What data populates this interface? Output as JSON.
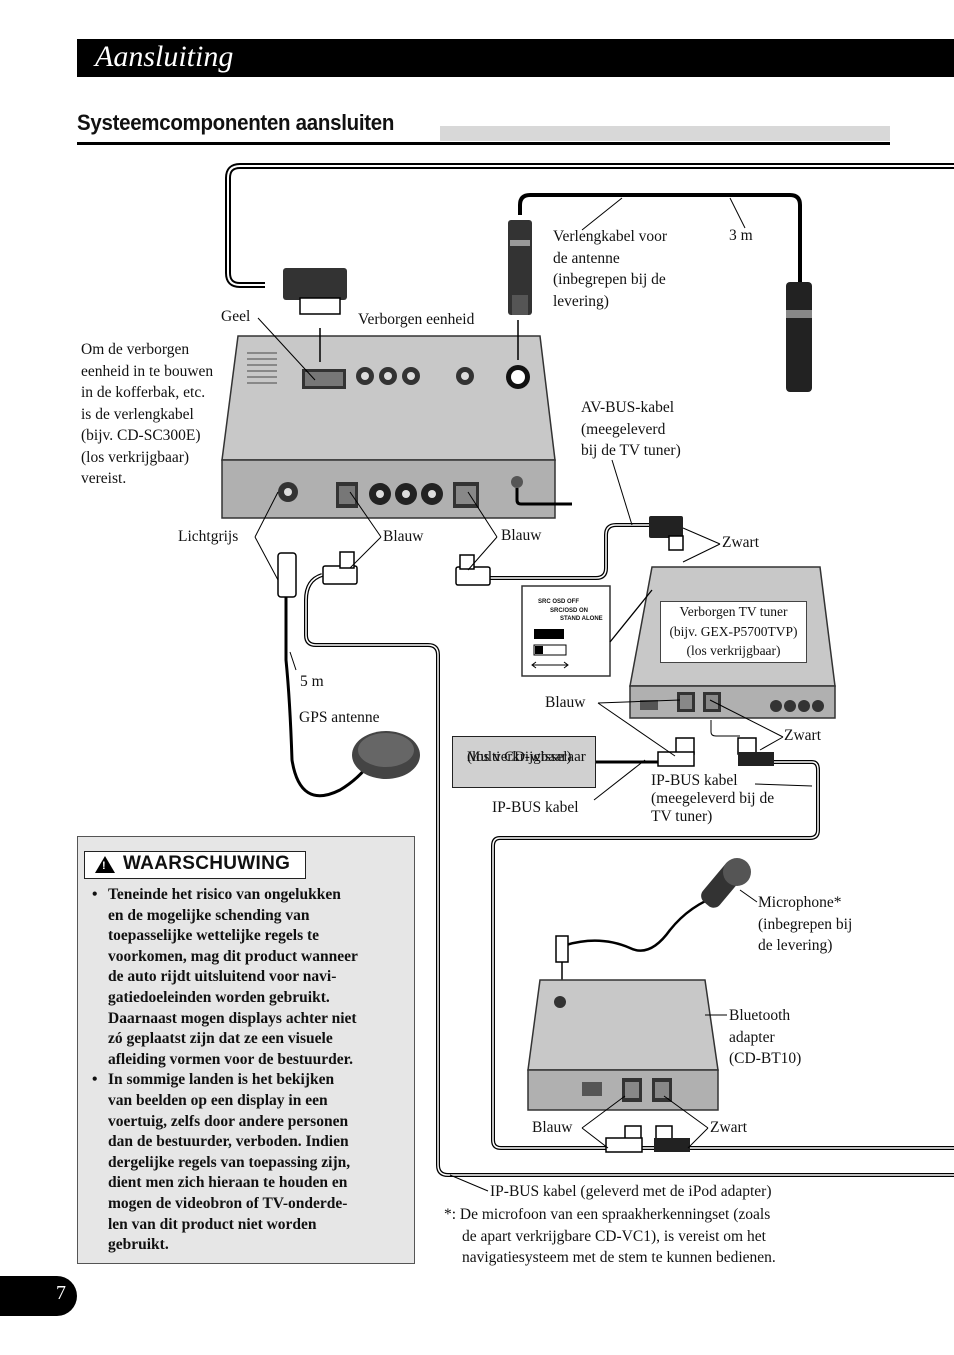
{
  "header": {
    "title": "Aansluiting"
  },
  "section": {
    "title": "Systeemcomponenten aansluiten"
  },
  "labels": {
    "geel": "Geel",
    "verborgen_eenheid": "Verborgen eenheid",
    "verlengkabel": [
      "Verlengkabel voor",
      "de antenne",
      "(inbegrepen bij de",
      "levering)"
    ],
    "three_m": "3 m",
    "om_de": [
      "Om de verborgen",
      "eenheid in te bouwen",
      "in de kofferbak, etc.",
      "is de verlengkabel",
      "(bijv. CD-SC300E)",
      "(los verkrijgbaar)",
      "vereist."
    ],
    "av_bus": [
      "AV-BUS-kabel",
      "(meegeleverd",
      "bij de TV tuner)"
    ],
    "lichtgrijs": "Lichtgrijs",
    "blauw_1": "Blauw",
    "blauw_2": "Blauw",
    "zwart_1": "Zwart",
    "five_m": "5 m",
    "gps_antenne": "GPS antenne",
    "tv_tuner": [
      "Verborgen TV tuner",
      "(bijv. GEX-P5700TVP)",
      "(los verkrijgbaar)"
    ],
    "blauw_3": "Blauw",
    "zwart_2": "Zwart",
    "multi_cd": [
      "Multi CD-wisselaar",
      "(los verkrijgbaar)"
    ],
    "ip_bus_kabel_1": "IP-BUS kabel",
    "ip_bus_kabel_2": [
      "IP-BUS kabel",
      "(meegeleverd bij de",
      "TV tuner)"
    ],
    "microphone": [
      "Microphone*",
      "(inbegrepen bij",
      "de levering)"
    ],
    "bluetooth": [
      "Bluetooth",
      "adapter",
      "(CD-BT10)"
    ],
    "blauw_4": "Blauw",
    "zwart_3": "Zwart",
    "ip_bus_kabel_3": "IP-BUS kabel (geleverd met de iPod adapter)",
    "switch_labels": [
      "SRC OSD OFF",
      "SRC/OSD ON",
      "STAND ALONE"
    ]
  },
  "footnote": [
    "*: De microfoon van een spraakherkenningset (zoals",
    "de apart verkrijgbare CD-VC1), is vereist om het",
    "navigatiesysteem met de stem te kunnen bedienen."
  ],
  "warning": {
    "title": "WAARSCHUWING",
    "items": [
      [
        "Teneinde het risico van ongelukken",
        "en de mogelijke schending van",
        "toepasselijke wettelijke regels te",
        "voorkomen, mag dit product wanneer",
        "de auto rijdt uitsluitend voor navi-",
        "gatiedoeleinden worden gebruikt.",
        "Daarnaast mogen displays achter niet",
        "zó geplaatst zijn dat ze een visuele",
        "afleiding vormen voor de bestuurder."
      ],
      [
        "In sommige landen is het bekijken",
        "van beelden op een display in een",
        "voertuig, zelfs door andere personen",
        "dan de bestuurder, verboden. Indien",
        "dergelijke regels van toepassing zijn,",
        "dient men zich hieraan te houden en",
        "mogen de videobron of TV-onderde-",
        "len van dit product niet worden",
        "gebruikt."
      ]
    ]
  },
  "page_number": "7"
}
